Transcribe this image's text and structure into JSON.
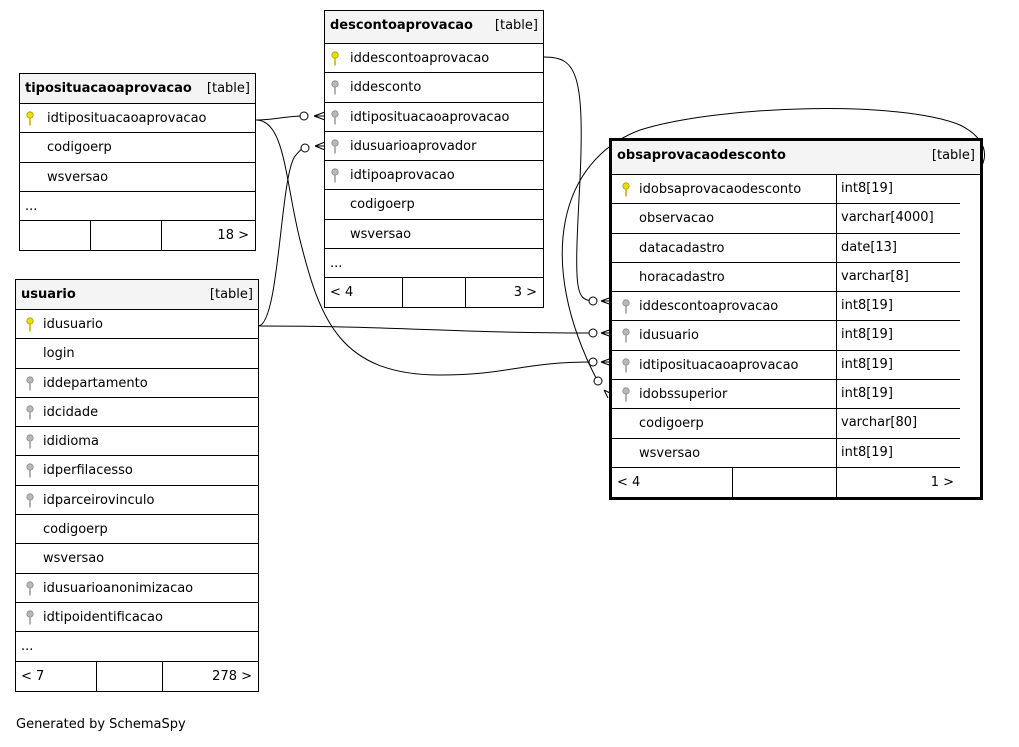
{
  "diagram": {
    "tables": [
      {
        "id": "tipo",
        "name": "tiposituacaoaprovacao",
        "type_label": "[table]",
        "columns": [
          {
            "name": "idtiposituacaoaprovacao",
            "key": "pk"
          },
          {
            "name": "codigoerp",
            "key": ""
          },
          {
            "name": "wsversao",
            "key": ""
          }
        ],
        "more": "...",
        "footer": {
          "left": "",
          "right": "18 >"
        }
      },
      {
        "id": "desconto",
        "name": "descontoaprovacao",
        "type_label": "[table]",
        "columns": [
          {
            "name": "iddescontoaprovacao",
            "key": "pk"
          },
          {
            "name": "iddesconto",
            "key": "fk"
          },
          {
            "name": "idtiposituacaoaprovacao",
            "key": "fk"
          },
          {
            "name": "idusuarioaprovador",
            "key": "fk"
          },
          {
            "name": "idtipoaprovacao",
            "key": "fk"
          },
          {
            "name": "codigoerp",
            "key": ""
          },
          {
            "name": "wsversao",
            "key": ""
          }
        ],
        "more": "...",
        "footer": {
          "left": "< 4",
          "right": "3 >"
        }
      },
      {
        "id": "usuario",
        "name": "usuario",
        "type_label": "[table]",
        "columns": [
          {
            "name": "idusuario",
            "key": "pk"
          },
          {
            "name": "login",
            "key": ""
          },
          {
            "name": "iddepartamento",
            "key": "fk"
          },
          {
            "name": "idcidade",
            "key": "fk"
          },
          {
            "name": "ididioma",
            "key": "fk"
          },
          {
            "name": "idperfilacesso",
            "key": "fk"
          },
          {
            "name": "idparceirovinculo",
            "key": "fk"
          },
          {
            "name": "codigoerp",
            "key": ""
          },
          {
            "name": "wsversao",
            "key": ""
          },
          {
            "name": "idusuarioanonimizacao",
            "key": "fk"
          },
          {
            "name": "idtipoidentificacao",
            "key": "fk"
          }
        ],
        "more": "...",
        "footer": {
          "left": "< 7",
          "right": "278 >"
        }
      },
      {
        "id": "obs",
        "name": "obsaprovacaodesconto",
        "type_label": "[table]",
        "columns": [
          {
            "name": "idobsaprovacaodesconto",
            "key": "pk",
            "type": "int8[19]"
          },
          {
            "name": "observacao",
            "key": "",
            "type": "varchar[4000]"
          },
          {
            "name": "datacadastro",
            "key": "",
            "type": "date[13]"
          },
          {
            "name": "horacadastro",
            "key": "",
            "type": "varchar[8]"
          },
          {
            "name": "iddescontoaprovacao",
            "key": "fk",
            "type": "int8[19]"
          },
          {
            "name": "idusuario",
            "key": "fk",
            "type": "int8[19]"
          },
          {
            "name": "idtiposituacaoaprovacao",
            "key": "fk",
            "type": "int8[19]"
          },
          {
            "name": "idobssuperior",
            "key": "fk",
            "type": "int8[19]"
          },
          {
            "name": "codigoerp",
            "key": "",
            "type": "varchar[80]"
          },
          {
            "name": "wsversao",
            "key": "",
            "type": "int8[19]"
          }
        ],
        "footer": {
          "left": "< 4",
          "right": "1 >"
        }
      }
    ],
    "credit": "Generated by SchemaSpy",
    "colors": {
      "pk_key": "#e8e000",
      "fk_key": "#a8a8a8",
      "header_bg": "#f4f4f4",
      "line": "#000000"
    }
  }
}
